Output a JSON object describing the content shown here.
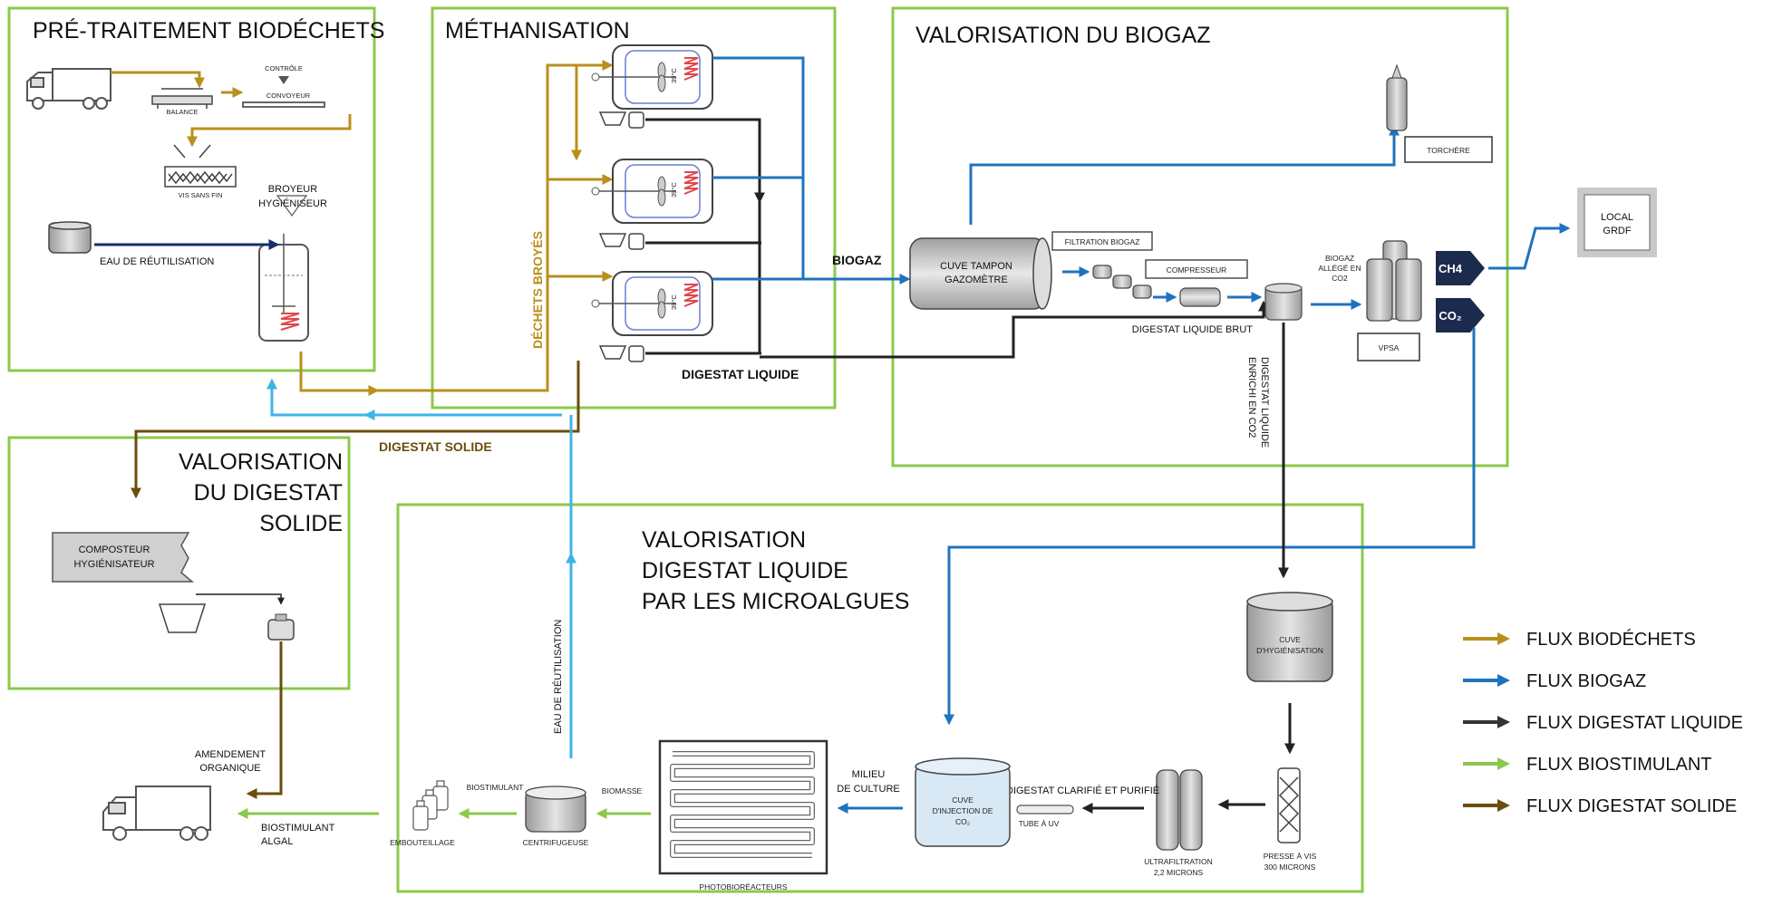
{
  "colors": {
    "biodechets": "#b8901c",
    "biogaz": "#1f73be",
    "digestat_liquide": "#222222",
    "biostimulant": "#8cc84b",
    "digestat_solide": "#6b4e0c",
    "eau": "#3db4e6",
    "eau_reutil_feed": "#162e6b",
    "zone_border": "#8cc84b",
    "ch4_badge": "#1c2a4d"
  },
  "zones": {
    "pretraitement": {
      "title": "PRÉ-TRAITEMENT BIODÉCHETS"
    },
    "methanisation": {
      "title": "MÉTHANISATION"
    },
    "valorisation_biogaz": {
      "title": "VALORISATION DU BIOGAZ"
    },
    "valorisation_solide": {
      "title_lines": [
        "VALORISATION",
        "DU DIGESTAT",
        "SOLIDE"
      ]
    },
    "valorisation_liquide": {
      "title_lines": [
        "VALORISATION",
        "DIGESTAT LIQUIDE",
        "PAR LES MICROALGUES"
      ]
    }
  },
  "labels": {
    "controle": "CONTRÔLE",
    "convoyeur": "CONVOYEUR",
    "balance": "BALANCE",
    "vis_sans_fin": "VIS SANS FIN",
    "broyeur_1": "BROYEUR",
    "broyeur_2": "HYGIÉNISEUR",
    "eau_reutilisation": "EAU DE RÉUTILISATION",
    "dechets_broyes": "DÉCHETS BROYÉS",
    "digestat_liquide": "DIGESTAT LIQUIDE",
    "digestat_solide": "DIGESTAT SOLIDE",
    "biogaz": "BIOGAZ",
    "temp": "39°C",
    "cuve_tampon_1": "CUVE TAMPON",
    "cuve_tampon_2": "GAZOMÈTRE",
    "filtration_biogaz": "FILTRATION BIOGAZ",
    "compresseur": "COMPRESSEUR",
    "digestat_liquide_brut": "DIGESTAT LIQUIDE BRUT",
    "biogaz_allege_1": "BIOGAZ",
    "biogaz_allege_2": "ALLÉGÉ EN",
    "biogaz_allege_3": "CO2",
    "vpsa": "VPSA",
    "torchere": "TORCHÈRE",
    "ch4": "CH4",
    "co2": "CO₂",
    "local_grdf_1": "LOCAL",
    "local_grdf_2": "GRDF",
    "digestat_enrichi_1": "DIGESTAT LIQUIDE",
    "digestat_enrichi_2": "ENRICHI EN CO2",
    "composteur_1": "COMPOSTEUR",
    "composteur_2": "HYGIÉNISATEUR",
    "amendement_1": "AMENDEMENT",
    "amendement_2": "ORGANIQUE",
    "biostimulant_algal_1": "BIOSTIMULANT",
    "biostimulant_algal_2": "ALGAL",
    "eau_reutilisation_v": "EAU DE RÉUTILISATION",
    "cuve_hyg_1": "CUVE",
    "cuve_hyg_2": "D'HYGIÉNISATION",
    "presse_1": "PRESSE À VIS",
    "presse_2": "300 MICRONS",
    "ultrafiltration_1": "ULTRAFILTRATION",
    "ultrafiltration_2": "2,2 MICRONS",
    "digestat_clarifie": "DIGESTAT CLARIFIÉ ET PURIFIÉ",
    "tube_uv": "TUBE À UV",
    "cuve_injection_1": "CUVE",
    "cuve_injection_2": "D'INJECTION DE",
    "cuve_injection_3": "CO₂",
    "milieu_1": "MILIEU",
    "milieu_2": "DE CULTURE",
    "photobioreacteurs": "PHOTOBIORÉACTEURS",
    "biomasse": "BIOMASSE",
    "centrifugeuse": "CENTRIFUGEUSE",
    "biostimulant": "BIOSTIMULANT",
    "embouteillage": "EMBOUTEILLAGE"
  },
  "legend": [
    {
      "label": "FLUX BIODÉCHETS",
      "color": "#b8901c"
    },
    {
      "label": "FLUX BIOGAZ",
      "color": "#1f73be"
    },
    {
      "label": "FLUX DIGESTAT LIQUIDE",
      "color": "#333333"
    },
    {
      "label": "FLUX BIOSTIMULANT",
      "color": "#8cc84b"
    },
    {
      "label": "FLUX DIGESTAT SOLIDE",
      "color": "#6b4e0c"
    }
  ]
}
